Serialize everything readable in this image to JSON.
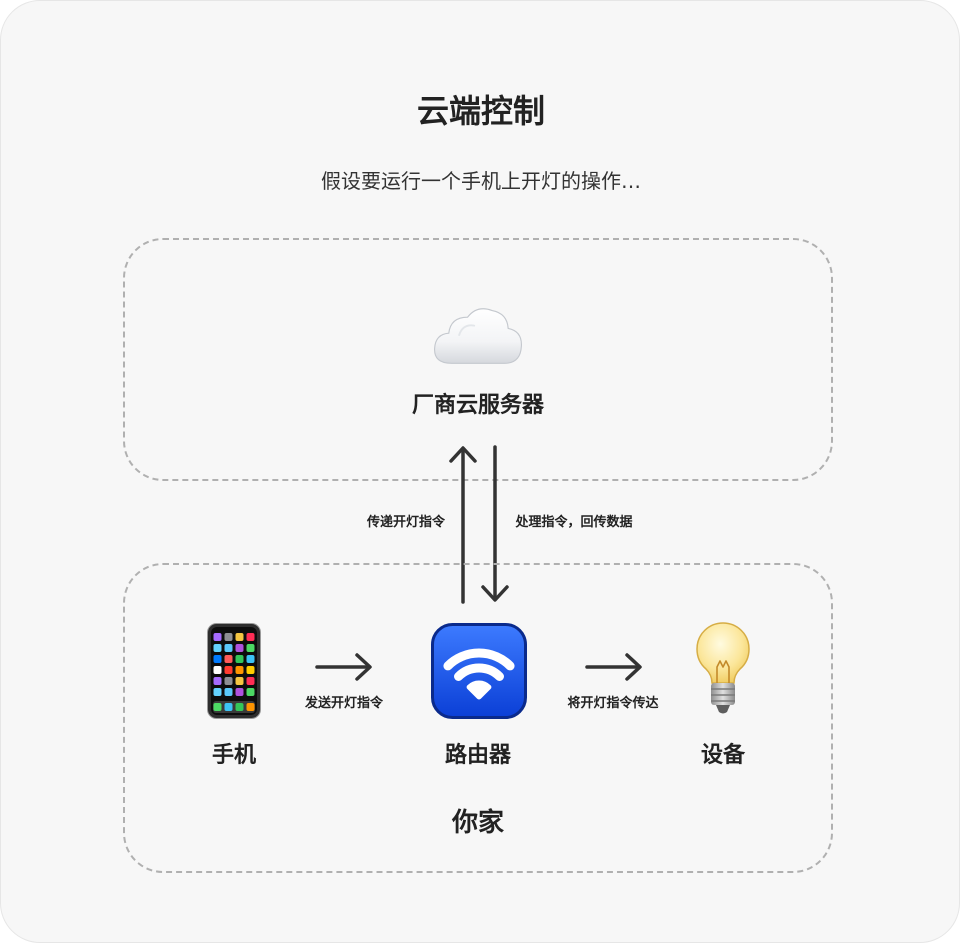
{
  "title": "云端控制",
  "subtitle": "假设要运行一个手机上开灯的操作…",
  "cloud_zone": {
    "server_label": "厂商云服务器",
    "icon": "cloud-icon"
  },
  "uplink": {
    "up_label": "传递开灯指令",
    "down_label": "处理指令，回传数据"
  },
  "home_zone": {
    "label": "你家",
    "nodes": [
      {
        "label": "手机",
        "icon": "phone-icon"
      },
      {
        "label": "路由器",
        "icon": "router-icon"
      },
      {
        "label": "设备",
        "icon": "lightbulb-icon"
      }
    ],
    "arrows": [
      {
        "label": "发送开灯指令"
      },
      {
        "label": "将开灯指令传达"
      }
    ]
  },
  "colors": {
    "background": "#f7f7f7",
    "text": "#222222",
    "dashed_border": "#b0b0b0",
    "arrow": "#333333",
    "router_blue": "#1456f0"
  }
}
